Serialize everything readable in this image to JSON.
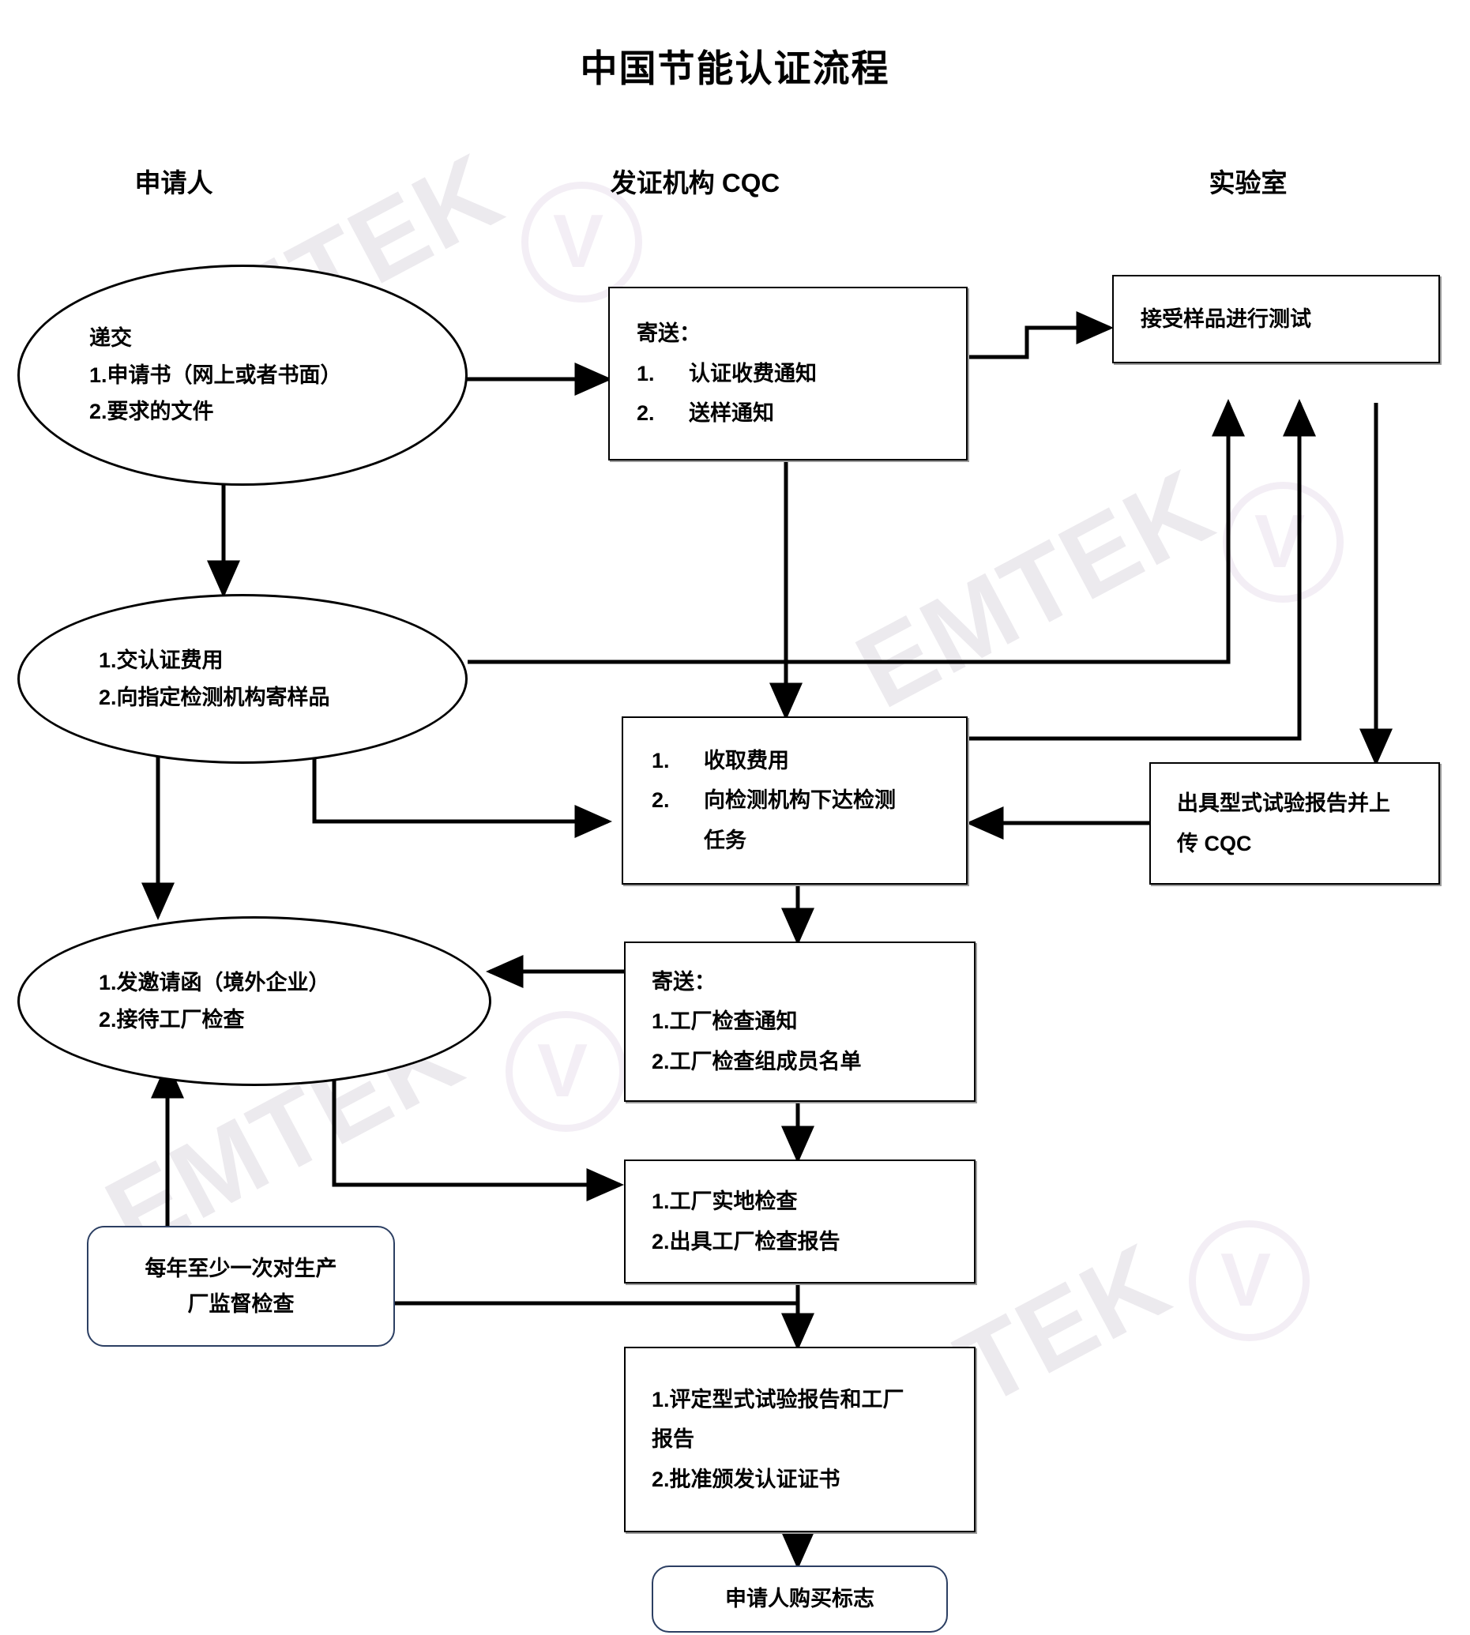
{
  "title": "中国节能认证流程",
  "columns": [
    {
      "id": "applicant",
      "label": "申请人"
    },
    {
      "id": "cqc",
      "label": "发证机构 CQC"
    },
    {
      "id": "lab",
      "label": "实验室"
    }
  ],
  "watermark": {
    "text": "EMTEK"
  },
  "colors": {
    "shape_border": "#000000",
    "rounded_border": "#2c3f63",
    "box_shadow": "#9b9b9b",
    "text": "#000000",
    "background": "#ffffff",
    "watermark": "#eceaee"
  },
  "nodes": {
    "submit": {
      "shape": "ellipse",
      "column": "applicant",
      "lines": [
        "递交",
        "1.申请书（网上或者书面）",
        "2.要求的文件"
      ]
    },
    "send_notices": {
      "shape": "box",
      "column": "cqc",
      "lines": [
        "寄送："
      ],
      "items": [
        {
          "idx": "1.",
          "text": "认证收费通知"
        },
        {
          "idx": "2.",
          "text": "送样通知"
        }
      ]
    },
    "receive_samples": {
      "shape": "box",
      "column": "lab",
      "lines": [
        "接受样品进行测试"
      ]
    },
    "pay_fee": {
      "shape": "ellipse",
      "column": "applicant",
      "lines": [
        "1.交认证费用",
        "2.向指定检测机构寄样品"
      ]
    },
    "collect_fee": {
      "shape": "box",
      "column": "cqc",
      "items": [
        {
          "idx": "1.",
          "text": "收取费用"
        },
        {
          "idx": "2.",
          "text": "向检测机构下达检测"
        },
        {
          "idx": "",
          "text": "任务"
        }
      ]
    },
    "issue_report": {
      "shape": "box",
      "column": "lab",
      "lines": [
        "出具型式试验报告并上",
        "传 CQC"
      ]
    },
    "invitation": {
      "shape": "ellipse",
      "column": "applicant",
      "lines": [
        "1.发邀请函（境外企业）",
        "2.接待工厂检查"
      ]
    },
    "send_inspection": {
      "shape": "box",
      "column": "cqc",
      "lines": [
        "寄送：",
        "1.工厂检查通知",
        "2.工厂检查组成员名单"
      ]
    },
    "factory_inspect": {
      "shape": "box",
      "column": "cqc",
      "lines": [
        "1.工厂实地检查",
        "2.出具工厂检查报告"
      ]
    },
    "annual_supervision": {
      "shape": "rounded-box",
      "column": "applicant",
      "lines": [
        "每年至少一次对生产",
        "厂监督检查"
      ]
    },
    "evaluate_approve": {
      "shape": "box",
      "column": "cqc",
      "lines": [
        "1.评定型式试验报告和工厂",
        "报告",
        "2.批准颁发认证证书"
      ]
    },
    "buy_mark": {
      "shape": "rounded-box",
      "column": "cqc",
      "lines": [
        "申请人购买标志"
      ]
    }
  }
}
